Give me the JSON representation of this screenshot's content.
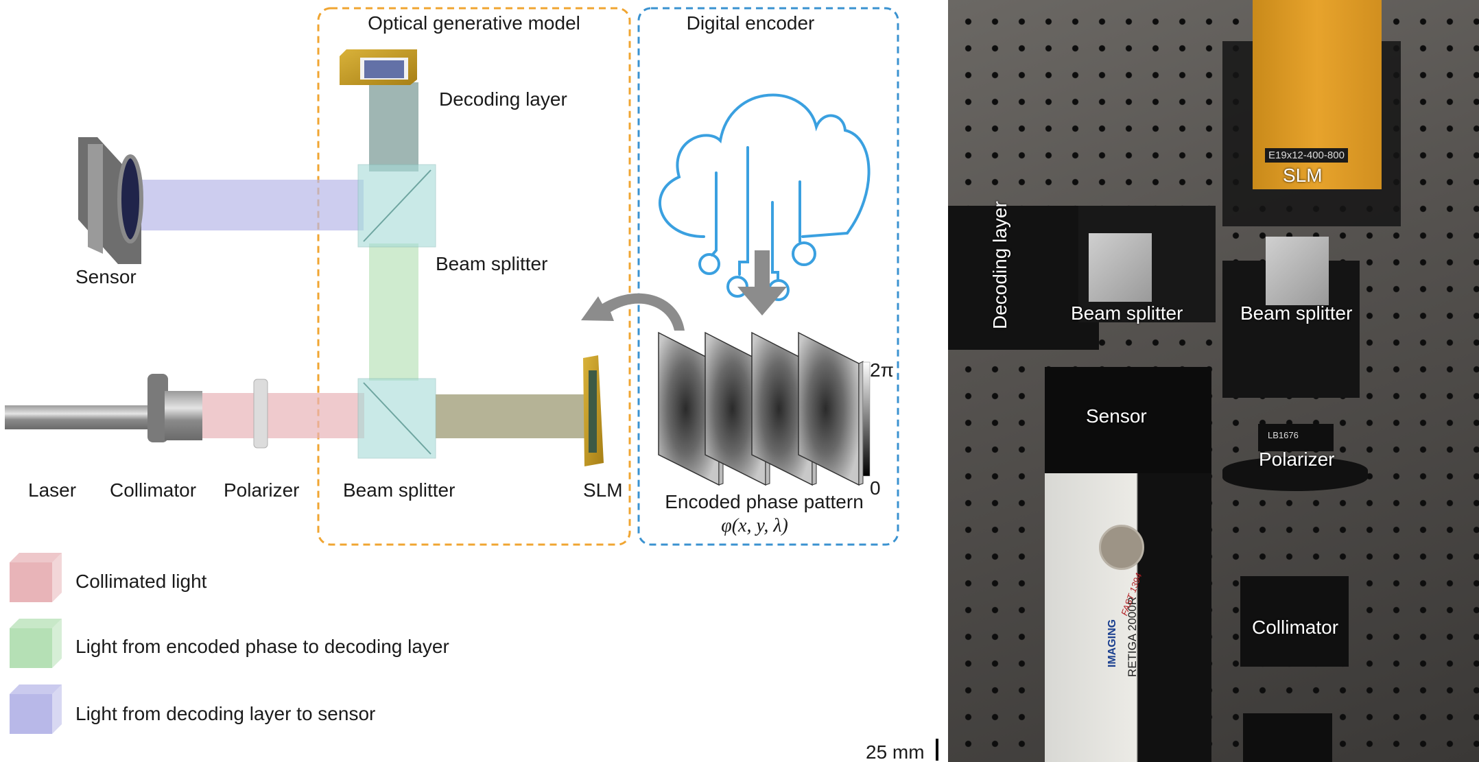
{
  "diagram": {
    "optical_box_title": "Optical generative model",
    "digital_box_title": "Digital encoder",
    "components": {
      "decoding_layer": "Decoding layer",
      "sensor": "Sensor",
      "beam_splitter_upper": "Beam splitter",
      "beam_splitter_lower": "Beam splitter",
      "laser": "Laser",
      "collimator": "Collimator",
      "polarizer": "Polarizer",
      "slm": "SLM"
    },
    "phase_pattern": {
      "label": "Encoded phase pattern",
      "formula": "φ(x, y, λ)",
      "colorbar_max": "2π",
      "colorbar_min": "0",
      "panel_count": 4
    },
    "colors": {
      "optical_box": "#f0a531",
      "digital_box": "#3a92d0",
      "cloud_icon": "#3aa0e0",
      "collimated_light": "#e8b4b8",
      "encoded_light": "#b5e0b5",
      "decoded_light": "#b8b8e8"
    }
  },
  "legend": [
    {
      "label": "Collimated light",
      "color": "#e8b4b8"
    },
    {
      "label": "Light from encoded phase to decoding layer",
      "color": "#b5e0b5"
    },
    {
      "label": "Light from decoding layer to sensor",
      "color": "#b8b8e8"
    }
  ],
  "scale_bar": {
    "label": "25 mm"
  },
  "photo": {
    "labels": {
      "slm": "SLM",
      "decoding_layer": "Decoding layer",
      "beam_splitter_1": "Beam splitter",
      "beam_splitter_2": "Beam splitter",
      "sensor": "Sensor",
      "polarizer": "Polarizer",
      "collimator": "Collimator"
    },
    "printed": {
      "slm_tag": "E19x12-400-800",
      "camera_model": "RETIGA 2000R",
      "camera_brand": "IMAGING",
      "camera_port": "FAST 1394",
      "lens_tag": "LB1676"
    }
  }
}
